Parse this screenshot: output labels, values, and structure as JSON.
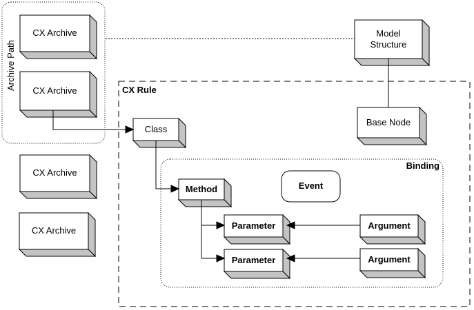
{
  "diagram": {
    "containers": {
      "archive_path": {
        "label": "Archive Path"
      },
      "cx_rule": {
        "label": "CX Rule"
      },
      "binding": {
        "label": "Binding"
      }
    },
    "nodes": {
      "cx_archive_1": {
        "label": "CX Archive"
      },
      "cx_archive_2": {
        "label": "CX Archive"
      },
      "cx_archive_3": {
        "label": "CX Archive"
      },
      "cx_archive_4": {
        "label": "CX Archive"
      },
      "model_structure": {
        "label": "Model Structure"
      },
      "base_node": {
        "label": "Base Node"
      },
      "class": {
        "label": "Class"
      },
      "method": {
        "label": "Method"
      },
      "event": {
        "label": "Event"
      },
      "parameter_1": {
        "label": "Parameter"
      },
      "parameter_2": {
        "label": "Parameter"
      },
      "argument_1": {
        "label": "Argument"
      },
      "argument_2": {
        "label": "Argument"
      }
    },
    "colors": {
      "background": "#ffffff",
      "box_face": "#ffffff",
      "box_shadow": "#c4c4c4",
      "line": "#000000"
    }
  }
}
